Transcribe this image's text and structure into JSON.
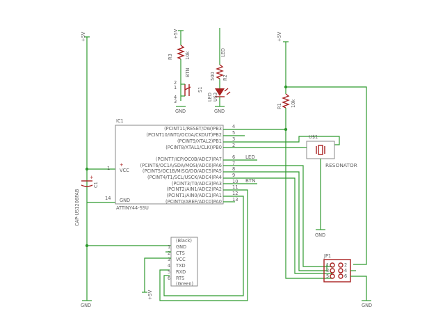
{
  "power": {
    "vcc": "+5V",
    "gnd": "GND"
  },
  "ic1": {
    "designator": "IC1",
    "value": "ATTINY44-SSU",
    "left_pins": [
      {
        "name": "VCC",
        "number": "1"
      },
      {
        "name": "GND",
        "number": "14"
      }
    ],
    "right_pins": [
      {
        "name": "(PCINT11/RESET/DW)PB3",
        "number": "4"
      },
      {
        "name": "(PCINT10/INT0/OC0A/CKOUT)PB2",
        "number": "5"
      },
      {
        "name": "(PCINT9/XTAL2)PB1",
        "number": "3"
      },
      {
        "name": "(PCINT8/XTAL1/CLKI)PB0",
        "number": "2"
      },
      {
        "name": "(PCINT7/ICP/OC0B/ADC7)PA7",
        "number": "6"
      },
      {
        "name": "(PCINT6/OC1A/SDA/MOSI/ADC6)PA6",
        "number": "7"
      },
      {
        "name": "(PCINT5/OC1B/MISO/DO/ADC5)PA5",
        "number": "8"
      },
      {
        "name": "(PCINT4/T1/SCL/USCK/ADC4)PA4",
        "number": "9"
      },
      {
        "name": "(PCINT3/T0/ADC3)PA3",
        "number": "10"
      },
      {
        "name": "(PCINT2/AIN1/ADC2)PA2",
        "number": "11"
      },
      {
        "name": "(PCINT1/AIN0/ADC1)PA1",
        "number": "12"
      },
      {
        "name": "(PCINT0/AREF/ADC0)PA0",
        "number": "13"
      }
    ],
    "polarity_mark": "+"
  },
  "net_labels": {
    "led": "LED",
    "btn": "BTN"
  },
  "c1": {
    "designator": "C1",
    "value": "CAP-US1206FAB"
  },
  "r1": {
    "designator": "R1",
    "value": "10k"
  },
  "r2": {
    "designator": "R2",
    "value": "500"
  },
  "r3": {
    "designator": "R3",
    "value": "10k"
  },
  "s1": {
    "designator": "S1",
    "value": "BTN",
    "pins": [
      "2",
      "1",
      "4",
      "3"
    ]
  },
  "led": {
    "designator": "LED",
    "ref": "U$3",
    "value": "LED"
  },
  "u1": {
    "designator": "U$1",
    "value": "RESONATOR"
  },
  "jp1": {
    "designator": "JP1",
    "pins": [
      "1",
      "3",
      "5",
      "2",
      "4",
      "6"
    ]
  },
  "ftdi": {
    "pins": [
      "(Black)",
      "GND",
      "CTS",
      "VCC",
      "TXD",
      "RXD",
      "RTS",
      "(Green)"
    ],
    "numbers": [
      "1",
      "2",
      "3",
      "4",
      "5",
      "6"
    ]
  }
}
